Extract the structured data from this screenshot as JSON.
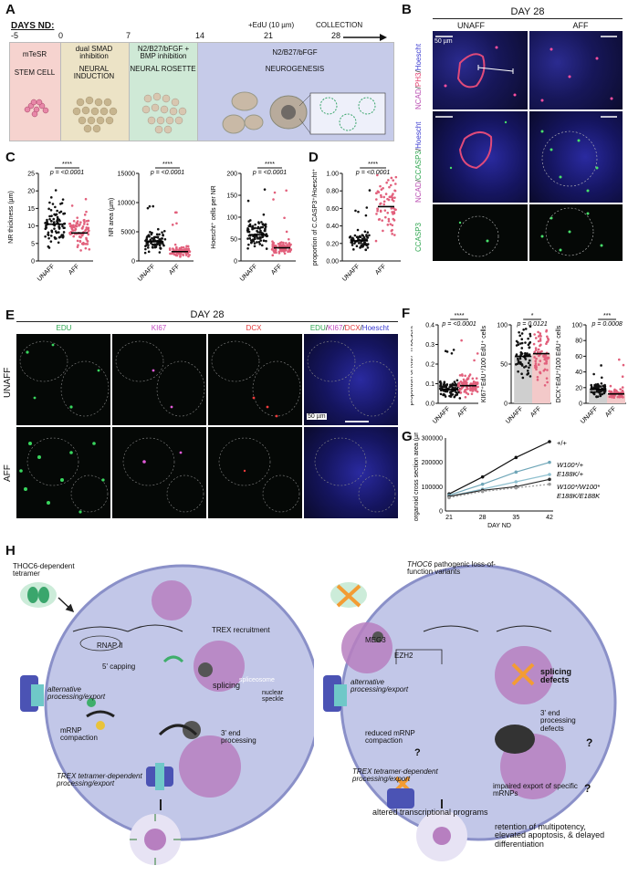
{
  "panel_labels": {
    "a": "A",
    "b": "B",
    "c": "C",
    "d": "D",
    "e": "E",
    "f": "F",
    "g": "G",
    "h": "H"
  },
  "panel_a": {
    "days_label": "DAYS ND:",
    "day_ticks": [
      "-5",
      "0",
      "7",
      "14",
      "21",
      "28"
    ],
    "edu_label": "+EdU (10 µm)",
    "collection_label": "COLLECTION",
    "stage_media": [
      "mTeSR",
      "dual SMAD inhibition",
      "N2/B27/bFGF + BMP inhibition",
      "N2/B27/bFGF"
    ],
    "stage_names": [
      "STEM CELL",
      "NEURAL INDUCTION",
      "NEURAL ROSETTE",
      "NEUROGENESIS"
    ],
    "colors": [
      "#f6d3cf",
      "#ece3c6",
      "#cfe9d6",
      "#c6cbe9"
    ]
  },
  "panel_b": {
    "title": "DAY 28",
    "col_labels": [
      "UNAFF",
      "AFF"
    ],
    "scale_bar": "50 µm",
    "row1_label": {
      "a": "NCAD",
      "b": "PH3",
      "c": "Hoescht"
    },
    "row2_label": {
      "a": "NCAD",
      "b": "CCASP3",
      "c": "Hoescht"
    },
    "row3_label": "CCASP3"
  },
  "panel_c": {
    "groups": [
      "UNAFF",
      "AFF"
    ],
    "plots": [
      {
        "ylabel": "NR thickness (µm)",
        "ticks": [
          "0",
          "5",
          "10",
          "15",
          "20",
          "25"
        ],
        "stars": "****",
        "p": "p = <0.0001",
        "ylim": [
          0,
          25
        ],
        "means": [
          10.5,
          8.0
        ]
      },
      {
        "ylabel": "NR area (µm)",
        "ticks": [
          "0",
          "5000",
          "10000",
          "15000"
        ],
        "stars": "****",
        "p": "p = <0.0001",
        "ylim": [
          0,
          15000
        ],
        "means": [
          3300,
          1600
        ]
      },
      {
        "ylabel": "Hoescht⁺ cells per NR",
        "ticks": [
          "0",
          "50",
          "100",
          "150",
          "200"
        ],
        "stars": "****",
        "p": "p = <0.0001",
        "ylim": [
          0,
          200
        ],
        "means": [
          60,
          30
        ]
      }
    ]
  },
  "panel_d": {
    "ylabel": "proportion of C.CASP3⁺/Hoescht⁺",
    "ticks": [
      "0.00",
      "0.20",
      "0.40",
      "0.60",
      "0.80",
      "1.00"
    ],
    "stars": "****",
    "p": "p = <0.0001",
    "groups": [
      "UNAFF",
      "AFF"
    ],
    "ylim": [
      0,
      1
    ],
    "means": [
      0.23,
      0.62
    ]
  },
  "panel_e": {
    "title": "DAY 28",
    "channels": [
      "EDU",
      "KI67",
      "DCX"
    ],
    "merged": {
      "a": "EDU",
      "b": "KI67",
      "c": "DCX",
      "d": "Hoescht"
    },
    "row_labels": [
      "UNAFF",
      "AFF"
    ],
    "scale_bar": "50 µm"
  },
  "panel_f": {
    "groups": [
      "UNAFF",
      "AFF"
    ],
    "plots": [
      {
        "ylabel": "proportion of KI67⁺/Hoescht⁺",
        "ticks": [
          "0.0",
          "0.1",
          "0.2",
          "0.3",
          "0.4"
        ],
        "stars": "****",
        "p": "p = <0.0001",
        "type": "scatter",
        "ylim": [
          0,
          0.4
        ],
        "means": [
          0.07,
          0.09
        ]
      },
      {
        "ylabel": "KI67⁺EdU⁺/100 EdU⁺ cells",
        "ticks": [
          "0",
          "50",
          "100"
        ],
        "stars": "*",
        "p": "p = 0.0121",
        "type": "bar",
        "ylim": [
          0,
          120
        ],
        "means": [
          72,
          76
        ]
      },
      {
        "ylabel": "DCX⁺EdU⁺/100 EdU⁺ cells",
        "ticks": [
          "0",
          "20",
          "40",
          "60",
          "80",
          "100"
        ],
        "stars": "***",
        "p": "p = 0.0008",
        "type": "bar",
        "ylim": [
          0,
          100
        ],
        "means": [
          18,
          12
        ]
      }
    ]
  },
  "panel_g": {
    "chart_data": {
      "type": "line",
      "x": [
        21,
        28,
        35,
        42
      ],
      "xlabel": "DAY ND",
      "ylabel": "organoid cross section area (µm)",
      "yticks": [
        "0",
        "100000",
        "200000",
        "300000"
      ],
      "ylim": [
        0,
        300000
      ],
      "series": [
        {
          "name": "+/+",
          "values": [
            70000,
            140000,
            220000,
            285000
          ],
          "color": "#111111"
        },
        {
          "name": "W100*/+",
          "values": [
            65000,
            110000,
            160000,
            200000
          ],
          "color": "#6fa6b8"
        },
        {
          "name": "E188K/+",
          "values": [
            60000,
            90000,
            120000,
            150000
          ],
          "color": "#8fc0cf"
        },
        {
          "name": "W100*/W100*",
          "values": [
            60000,
            85000,
            100000,
            130000
          ],
          "color": "#2b2b2b"
        },
        {
          "name": "E188K/E188K",
          "values": [
            55000,
            80000,
            95000,
            110000
          ],
          "color": "#9a9a9a"
        }
      ]
    }
  },
  "panel_h": {
    "left": {
      "tetramer": "THOC6-dependent tetramer",
      "trex_recruitment": "TREX recruitment",
      "rnap": "RNAP II",
      "capping": "5' capping",
      "splicing": "splicing",
      "spliceosome": "spliceosome",
      "speckle": "nuclear speckle",
      "alt": "alternative processing/export",
      "mrnp": "mRNP compaction",
      "three_end": "3' end processing",
      "trex_tetramer": "TREX tetramer-dependent processing/export"
    },
    "right": {
      "title_a": "THOC6",
      "title_b": "pathogenic loss-of-function variants",
      "meg3": "MEG3",
      "ezh2": "EZH2",
      "splicing_defects": "splicing defects",
      "alt": "alternative processing/export",
      "reduced": "reduced mRNP compaction",
      "three_end_defects": "3' end processing defects",
      "trex_tetramer": "TREX tetramer-dependent processing/export",
      "impaired": "impaired export of specific mRNPs",
      "q": "?",
      "altered": "altered transcriptional programs",
      "retention": "retention of multipotency, elevated apoptosis, & delayed differentiation"
    }
  }
}
